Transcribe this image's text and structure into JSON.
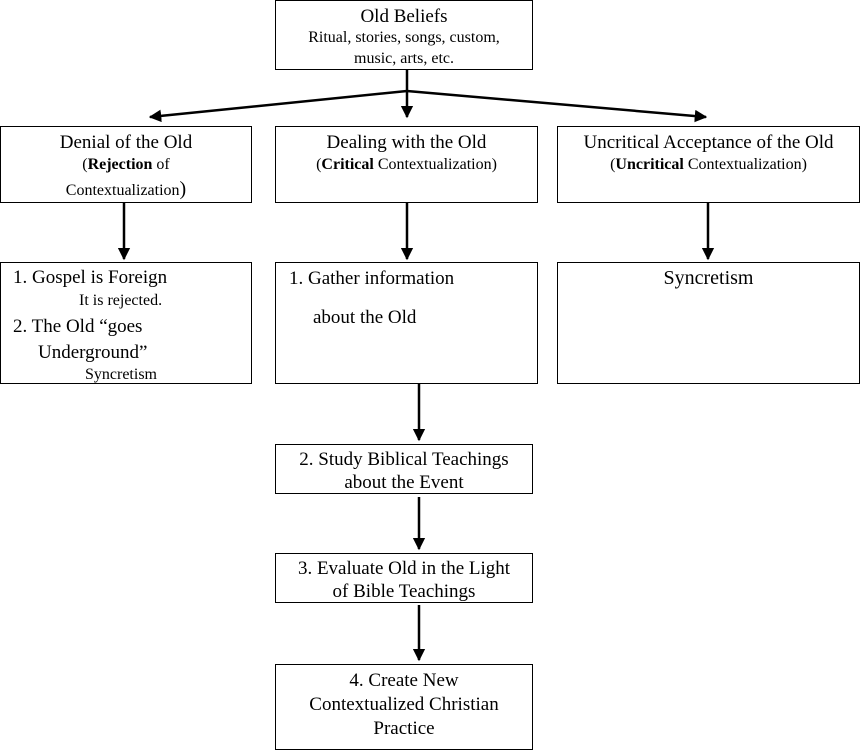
{
  "top": {
    "title": "Old Beliefs",
    "subtitle_line1": "Ritual, stories, songs, custom,",
    "subtitle_line2": "music, arts, etc."
  },
  "denial": {
    "title": "Denial of the Old",
    "sub_open": "(",
    "sub_bold": "Rejection",
    "sub_rest": " of",
    "sub_line2": "Contextualization",
    "sub_close": ")"
  },
  "dealing": {
    "title": "Dealing with the Old",
    "sub_open": "(",
    "sub_bold": "Critical",
    "sub_rest": " Contextualization)"
  },
  "uncritical": {
    "title": "Uncritical Acceptance of the Old",
    "sub_open": "(",
    "sub_bold": "Uncritical",
    "sub_rest": " Contextualization)"
  },
  "denial_result": {
    "item1": "1. Gospel is Foreign",
    "item1_note": "It is rejected.",
    "item2": "2. The Old “goes",
    "item2_line2": "Underground”",
    "item2_note": "Syncretism"
  },
  "uncritical_result": {
    "text": "Syncretism"
  },
  "steps": {
    "step1_line1": "1. Gather information",
    "step1_line2": "about the Old",
    "step2_line1": "2. Study Biblical Teachings",
    "step2_line2": "about the Event",
    "step3_line1": "3. Evaluate Old in the Light",
    "step3_line2": "of Bible Teachings",
    "step4_line1": "4. Create New",
    "step4_line2": "Contextualized Christian",
    "step4_line3": "Practice"
  }
}
